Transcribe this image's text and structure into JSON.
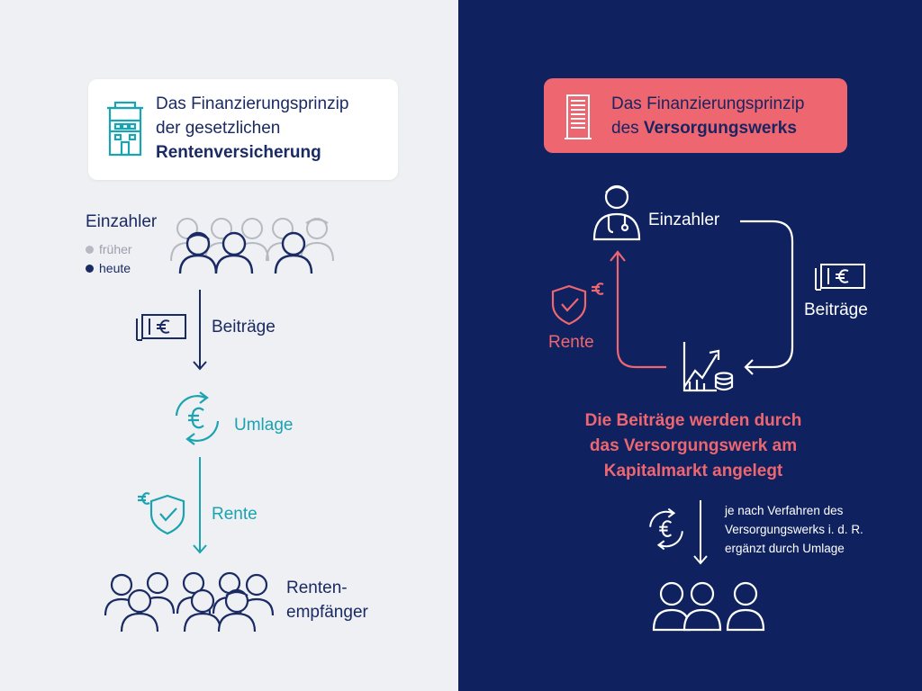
{
  "left": {
    "title_line1": "Das Finanzierungsprinzip",
    "title_line2": "der gesetzlichen",
    "title_bold": "Rentenversicherung",
    "payers_label": "Einzahler",
    "legend_past": "früher",
    "legend_today": "heute",
    "contributions_label": "Beiträge",
    "levy_label": "Umlage",
    "pension_label": "Rente",
    "recipients_line1": "Renten-",
    "recipients_line2": "empfänger"
  },
  "right": {
    "title_line1": "Das Finanzierungsprinzip",
    "title_prefix": "des",
    "title_bold": "Versorgungswerks",
    "payers_label": "Einzahler",
    "contributions_label": "Beiträge",
    "pension_label": "Rente",
    "headline_line1": "Die Beiträge werden durch",
    "headline_line2": "das Versorgungswerk am",
    "headline_line3": "Kapitalmarkt angelegt",
    "note_line1": "je nach Verfahren des",
    "note_line2": "Versorgungswerks i. d. R.",
    "note_line3": "ergänzt durch Umlage"
  },
  "colors": {
    "navy": "#0f225f",
    "dark_text": "#1a2a63",
    "teal": "#1aa3b0",
    "coral": "#ee6670",
    "grey": "#b5b9c2",
    "light_bg": "#eff0f3"
  }
}
